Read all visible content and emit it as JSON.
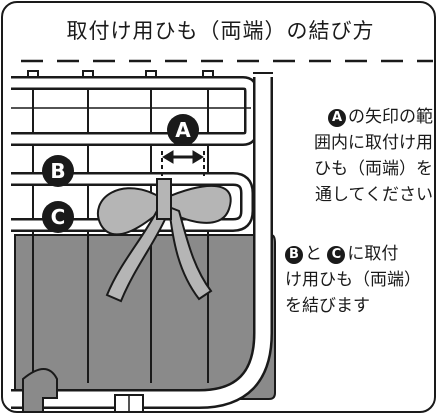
{
  "title": "取付け用ひも（両端）の結び方",
  "markers": {
    "a": "A",
    "b": "B",
    "c": "C"
  },
  "instruction_1": {
    "badge": "A",
    "line1": "の矢印の範",
    "line2": "囲内に取付け用",
    "line3": "ひも（両端）を",
    "line4": "通してください"
  },
  "instruction_2": {
    "badge_b": "B",
    "text_to": "と",
    "badge_c": "C",
    "line1_end": "に取付",
    "line2": "け用ひも（両端）",
    "line3": "を結びます"
  },
  "colors": {
    "ink": "#1a1a1a",
    "rail_fill": "#ffffff",
    "panel": "#8a8a8a",
    "ribbon": "#b5b5b5"
  }
}
